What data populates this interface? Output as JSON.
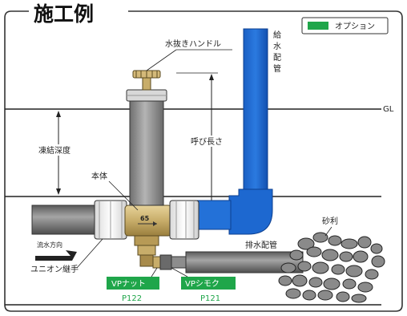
{
  "title": "施工例",
  "legend": {
    "label": "オプション"
  },
  "labels": {
    "handle": "水抜きハンドル",
    "supply_pipe": [
      "給",
      "水",
      "配",
      "管"
    ],
    "gl": "GL",
    "frost_depth": "凍結深度",
    "nominal_length": "呼び長さ",
    "body": "本体",
    "body_mark": "65",
    "flow_direction": "流水方向",
    "union": "ユニオン継手",
    "gravel": "砂利",
    "drain_pipe": "排水配管"
  },
  "options": [
    {
      "name": "VPナット",
      "page": "P122"
    },
    {
      "name": "VPシモク",
      "page": "P121"
    }
  ],
  "colors": {
    "option_green": "#1fa64a",
    "pipe_blue": "#1560c8",
    "pipe_gray": "#8c8c8c",
    "brass": "#c8ad6a",
    "page_text_green": "#1fa64a"
  }
}
